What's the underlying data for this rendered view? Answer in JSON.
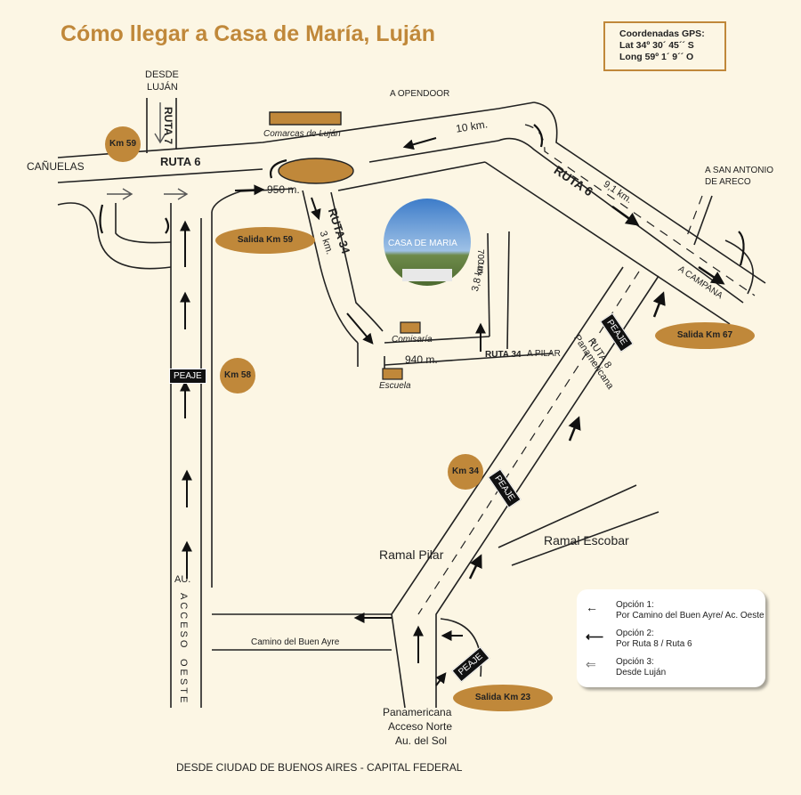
{
  "title": "Cómo llegar a Casa de María, Luján",
  "gps": {
    "heading": "Coordenadas GPS:",
    "lat": "Lat 34º 30´ 45´´ S",
    "long": "Long 59º 1´ 9´´ O"
  },
  "labels": {
    "desde_lujan_1": "DESDE",
    "desde_lujan_2": "LUJÁN",
    "ruta7": "RUTA 7",
    "canuelas": "CAÑUELAS",
    "ruta6_left": "RUTA 6",
    "comarcas": "Comarcas de Luján",
    "a_opendoor": "A OPENDOOR",
    "km10": "10 km.",
    "ruta6_right": "RUTA 6",
    "km91": "9,1 km.",
    "a_san_antonio_1": "A SAN ANTONIO",
    "a_san_antonio_2": "DE ARECO",
    "a_campana": "A CAMPANA",
    "m950": "950 m.",
    "ruta34_vertical": "RUTA 34",
    "km3": "3 km.",
    "casa_maria": "CASA DE MARIA",
    "m700": "700 m.",
    "km38": "3,8 km.",
    "comisaria": "Comisaría",
    "m940": "940 m.",
    "ruta34_bottom": "RUTA 34",
    "a_pilar": "A PILAR",
    "escuela": "Escuela",
    "ruta8": "RUTA 8",
    "panamericana_diag": "Panamericana",
    "ramal_pilar": "Ramal Pilar",
    "ramal_escobar": "Ramal Escobar",
    "au": "AU.",
    "acceso": "ACCESO",
    "oeste": "OESTE",
    "camino_buen_ayre": "Camino del Buen Ayre",
    "panamericana_1": "Panamericana",
    "panamericana_2": "Acceso Norte",
    "panamericana_3": "Au. del Sol"
  },
  "badges": {
    "km59": "Km 59",
    "km58": "Km 58",
    "km34": "Km 34",
    "salida_km59": "Salida Km 59",
    "salida_km67": "Salida Km 67",
    "salida_km23": "Salida Km 23",
    "peaje": "PEAJE"
  },
  "legend": {
    "opt1_a": "Opción 1:",
    "opt1_b": "Por Camino del Buen Ayre/ Ac. Oeste",
    "opt2_a": "Opción 2:",
    "opt2_b": "Por Ruta 8 / Ruta 6",
    "opt3_a": "Opción 3:",
    "opt3_b": "Desde Luján"
  },
  "footer": "DESDE CIUDAD DE BUENOS AIRES - CAPITAL FEDERAL",
  "colors": {
    "background": "#fcf6e4",
    "accent": "#c0883a",
    "road": "#222222"
  },
  "icons": {
    "option1": "single-arrow-icon",
    "option2": "double-arrow-icon",
    "option3": "outline-arrow-icon"
  }
}
